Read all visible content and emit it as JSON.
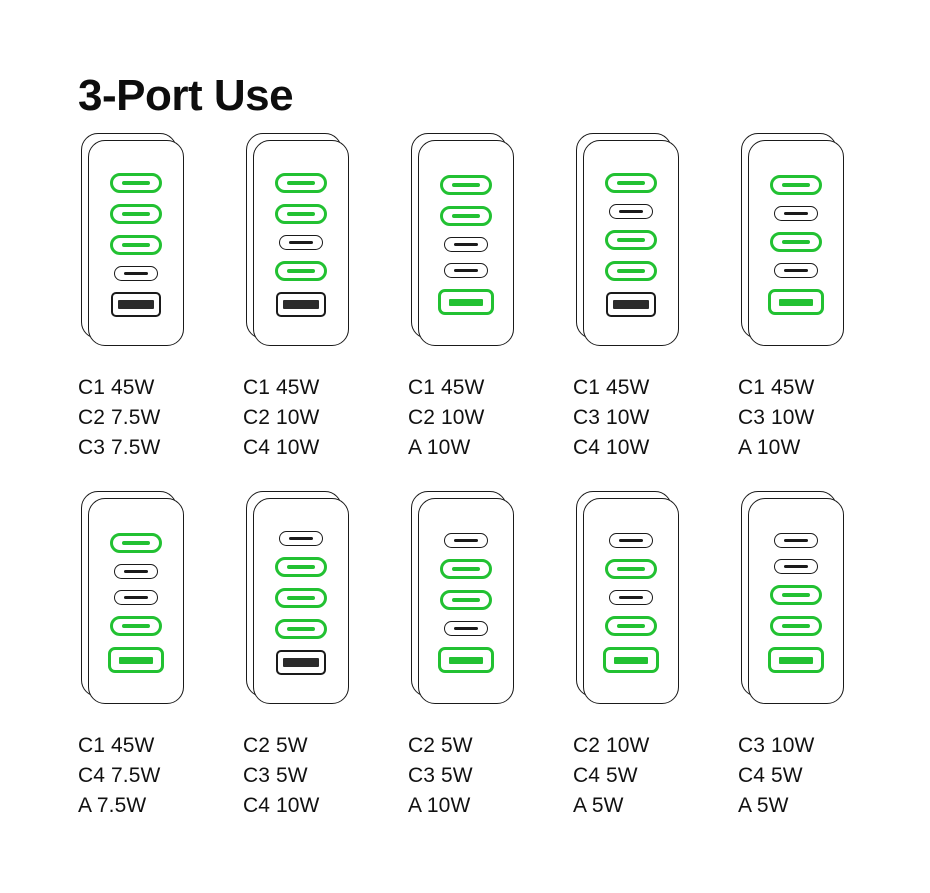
{
  "page": {
    "title": "3-Port Use",
    "accent_color": "#22c132",
    "outline_color": "#1a1a1a",
    "background_color": "#ffffff",
    "port_slots": [
      "C1",
      "C2",
      "C3",
      "C4",
      "A"
    ]
  },
  "rows": [
    {
      "cells": [
        {
          "device_name": "charger-combo-1",
          "ports": [
            {
              "slot": "C1",
              "type": "usb-c",
              "active": true
            },
            {
              "slot": "C2",
              "type": "usb-c",
              "active": true
            },
            {
              "slot": "C3",
              "type": "usb-c",
              "active": true
            },
            {
              "slot": "C4",
              "type": "usb-c",
              "active": false
            },
            {
              "slot": "A",
              "type": "usb-a",
              "active": false
            }
          ],
          "labels": [
            "C1 45W",
            "C2 7.5W",
            "C3 7.5W"
          ]
        },
        {
          "device_name": "charger-combo-2",
          "ports": [
            {
              "slot": "C1",
              "type": "usb-c",
              "active": true
            },
            {
              "slot": "C2",
              "type": "usb-c",
              "active": true
            },
            {
              "slot": "C3",
              "type": "usb-c",
              "active": false
            },
            {
              "slot": "C4",
              "type": "usb-c",
              "active": true
            },
            {
              "slot": "A",
              "type": "usb-a",
              "active": false
            }
          ],
          "labels": [
            "C1 45W",
            "C2 10W",
            "C4 10W"
          ]
        },
        {
          "device_name": "charger-combo-3",
          "ports": [
            {
              "slot": "C1",
              "type": "usb-c",
              "active": true
            },
            {
              "slot": "C2",
              "type": "usb-c",
              "active": true
            },
            {
              "slot": "C3",
              "type": "usb-c",
              "active": false
            },
            {
              "slot": "C4",
              "type": "usb-c",
              "active": false
            },
            {
              "slot": "A",
              "type": "usb-a",
              "active": true
            }
          ],
          "labels": [
            "C1 45W",
            "C2 10W",
            "A 10W"
          ]
        },
        {
          "device_name": "charger-combo-4",
          "ports": [
            {
              "slot": "C1",
              "type": "usb-c",
              "active": true
            },
            {
              "slot": "C2",
              "type": "usb-c",
              "active": false
            },
            {
              "slot": "C3",
              "type": "usb-c",
              "active": true
            },
            {
              "slot": "C4",
              "type": "usb-c",
              "active": true
            },
            {
              "slot": "A",
              "type": "usb-a",
              "active": false
            }
          ],
          "labels": [
            "C1 45W",
            "C3 10W",
            "C4 10W"
          ]
        },
        {
          "device_name": "charger-combo-5",
          "ports": [
            {
              "slot": "C1",
              "type": "usb-c",
              "active": true
            },
            {
              "slot": "C2",
              "type": "usb-c",
              "active": false
            },
            {
              "slot": "C3",
              "type": "usb-c",
              "active": true
            },
            {
              "slot": "C4",
              "type": "usb-c",
              "active": false
            },
            {
              "slot": "A",
              "type": "usb-a",
              "active": true
            }
          ],
          "labels": [
            "C1 45W",
            "C3 10W",
            "A 10W"
          ]
        }
      ]
    },
    {
      "cells": [
        {
          "device_name": "charger-combo-6",
          "ports": [
            {
              "slot": "C1",
              "type": "usb-c",
              "active": true
            },
            {
              "slot": "C2",
              "type": "usb-c",
              "active": false
            },
            {
              "slot": "C3",
              "type": "usb-c",
              "active": false
            },
            {
              "slot": "C4",
              "type": "usb-c",
              "active": true
            },
            {
              "slot": "A",
              "type": "usb-a",
              "active": true
            }
          ],
          "labels": [
            "C1 45W",
            "C4 7.5W",
            "A 7.5W"
          ]
        },
        {
          "device_name": "charger-combo-7",
          "ports": [
            {
              "slot": "C1",
              "type": "usb-c",
              "active": false
            },
            {
              "slot": "C2",
              "type": "usb-c",
              "active": true
            },
            {
              "slot": "C3",
              "type": "usb-c",
              "active": true
            },
            {
              "slot": "C4",
              "type": "usb-c",
              "active": true
            },
            {
              "slot": "A",
              "type": "usb-a",
              "active": false
            }
          ],
          "labels": [
            "C2 5W",
            "C3 5W",
            "C4 10W"
          ]
        },
        {
          "device_name": "charger-combo-8",
          "ports": [
            {
              "slot": "C1",
              "type": "usb-c",
              "active": false
            },
            {
              "slot": "C2",
              "type": "usb-c",
              "active": true
            },
            {
              "slot": "C3",
              "type": "usb-c",
              "active": true
            },
            {
              "slot": "C4",
              "type": "usb-c",
              "active": false
            },
            {
              "slot": "A",
              "type": "usb-a",
              "active": true
            }
          ],
          "labels": [
            "C2 5W",
            "C3 5W",
            "A 10W"
          ]
        },
        {
          "device_name": "charger-combo-9",
          "ports": [
            {
              "slot": "C1",
              "type": "usb-c",
              "active": false
            },
            {
              "slot": "C2",
              "type": "usb-c",
              "active": true
            },
            {
              "slot": "C3",
              "type": "usb-c",
              "active": false
            },
            {
              "slot": "C4",
              "type": "usb-c",
              "active": true
            },
            {
              "slot": "A",
              "type": "usb-a",
              "active": true
            }
          ],
          "labels": [
            "C2 10W",
            "C4 5W",
            "A 5W"
          ]
        },
        {
          "device_name": "charger-combo-10",
          "ports": [
            {
              "slot": "C1",
              "type": "usb-c",
              "active": false
            },
            {
              "slot": "C2",
              "type": "usb-c",
              "active": false
            },
            {
              "slot": "C3",
              "type": "usb-c",
              "active": true
            },
            {
              "slot": "C4",
              "type": "usb-c",
              "active": true
            },
            {
              "slot": "A",
              "type": "usb-a",
              "active": true
            }
          ],
          "labels": [
            "C3 10W",
            "C4 5W",
            "A 5W"
          ]
        }
      ]
    }
  ]
}
